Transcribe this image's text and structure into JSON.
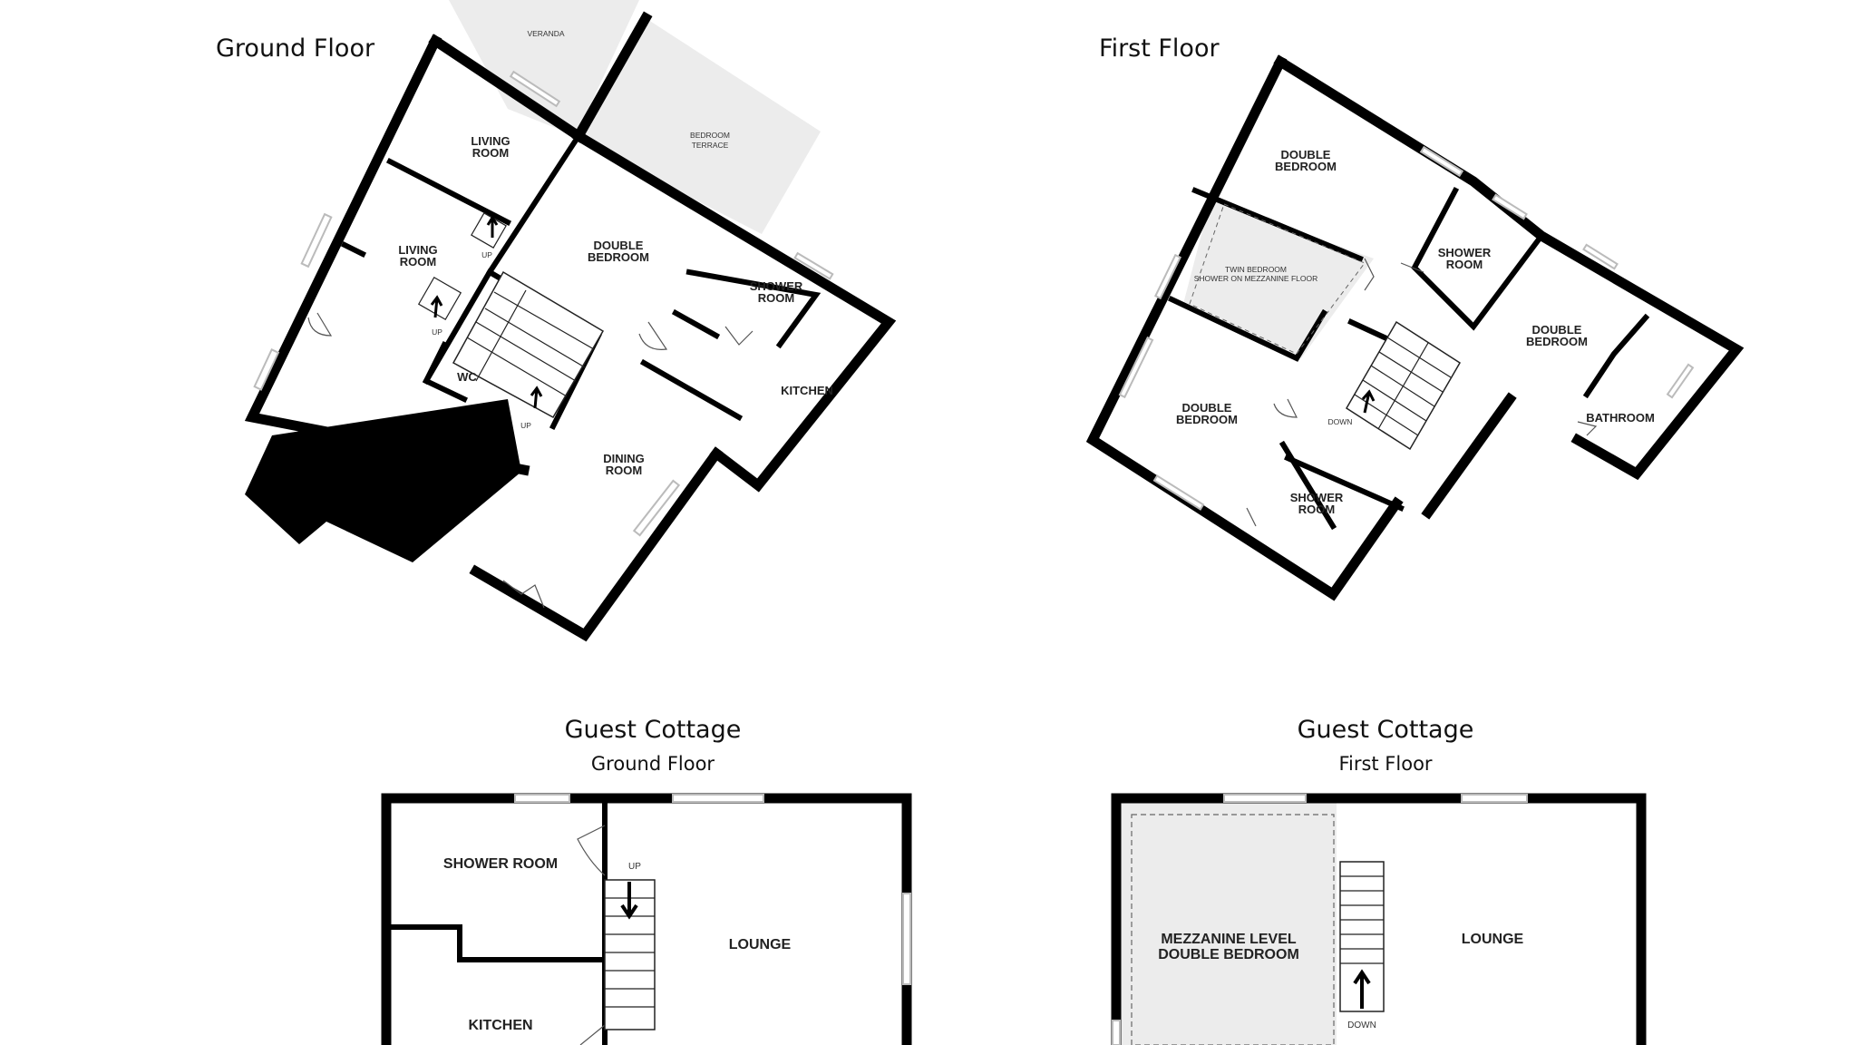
{
  "ground_floor": {
    "title": "Ground Floor",
    "rooms": {
      "veranda": "VERANDA",
      "bedroom_terrace_1": "BEDROOM",
      "bedroom_terrace_2": "TERRACE",
      "living_room_top_1": "LIVING",
      "living_room_top_2": "ROOM",
      "living_room_1": "LIVING",
      "living_room_2": "ROOM",
      "double_bedroom_1": "DOUBLE",
      "double_bedroom_2": "BEDROOM",
      "shower_room_1": "SHOWER",
      "shower_room_2": "ROOM",
      "wc": "WC",
      "kitchen": "KITCHEN",
      "dining_room_1": "DINING",
      "dining_room_2": "ROOM"
    },
    "labels": {
      "up_a": "UP",
      "up_b": "UP",
      "up_c": "UP"
    }
  },
  "first_floor": {
    "title": "First Floor",
    "rooms": {
      "double_bedroom_top_1": "DOUBLE",
      "double_bedroom_top_2": "BEDROOM",
      "twin_bedroom": "TWIN BEDROOM",
      "mezzanine_note": "SHOWER ON MEZZANINE FLOOR",
      "shower_room_1_a": "SHOWER",
      "shower_room_1_b": "ROOM",
      "double_bedroom_right_1": "DOUBLE",
      "double_bedroom_right_2": "BEDROOM",
      "double_bedroom_left_1": "DOUBLE",
      "double_bedroom_left_2": "BEDROOM",
      "bathroom": "BATHROOM",
      "shower_room_2_a": "SHOWER",
      "shower_room_2_b": "ROOM"
    },
    "labels": {
      "down": "DOWN"
    }
  },
  "cottage_ground": {
    "title": "Guest Cottage",
    "subtitle": "Ground Floor",
    "rooms": {
      "shower_room": "SHOWER ROOM",
      "kitchen": "KITCHEN",
      "lounge": "LOUNGE"
    },
    "labels": {
      "up": "UP"
    }
  },
  "cottage_first": {
    "title": "Guest Cottage",
    "subtitle": "First Floor",
    "rooms": {
      "mezzanine_1": "MEZZANINE LEVEL",
      "mezzanine_2": "DOUBLE BEDROOM",
      "lounge": "LOUNGE"
    },
    "labels": {
      "down": "DOWN"
    }
  }
}
